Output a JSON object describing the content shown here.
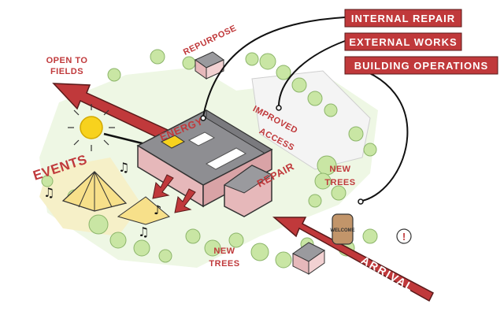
{
  "legend": {
    "item_1": "INTERNAL REPAIR",
    "item_2": "EXTERNAL WORKS",
    "item_3": "BUILDING OPERATIONS"
  },
  "labels": {
    "open_to_fields_1": "OPEN TO",
    "open_to_fields_2": "FIELDS",
    "repurpose": "REPURPOSE",
    "energy": "ENERGY",
    "improved_1": "IMPROVED",
    "improved_2": "ACCESS",
    "events": "EVENTS",
    "repair": "REPAIR",
    "new_trees_right_1": "NEW",
    "new_trees_right_2": "TREES",
    "new_trees_bottom_1": "NEW",
    "new_trees_bottom_2": "TREES",
    "arrival": "ARRIVAL",
    "welcome": "WELCOME",
    "alert": "!"
  },
  "colors": {
    "accent_red": "#c0393b",
    "roof_grey": "#9a9a9e",
    "wall_pink": "#e6b8ba",
    "tree_green": "#c9e6a4",
    "lawn_green": "#e4f3d2",
    "sun_yellow": "#f7d21e"
  }
}
